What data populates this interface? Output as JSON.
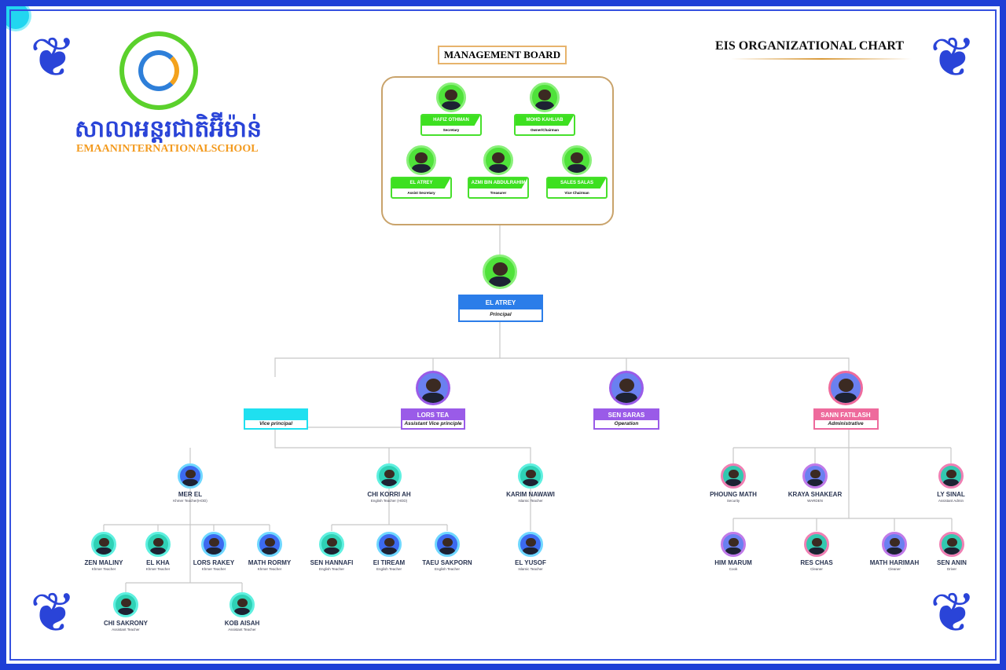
{
  "header": {
    "school_name_khmer": "សាលាអន្តរជាតិអ៊ីម៉ាន់",
    "school_name": "EMAANINTERNATIONALSCHOOL",
    "chart_title": "EIS ORGANIZATIONAL CHART",
    "board_label": "MANAGEMENT BOARD"
  },
  "board": [
    {
      "name": "HAFIZ  OTHMAN",
      "role": "Secretary"
    },
    {
      "name": "MOHD KAHLIAB",
      "role": "Owner/Chairman"
    },
    {
      "name": "EL  ATREY",
      "role": "Assist Secretary"
    },
    {
      "name": "AZMI BIN ABDULRAHIM",
      "role": "Treasurer"
    },
    {
      "name": "SALES  SALAS",
      "role": "Vice Chairman"
    }
  ],
  "principal": {
    "name": "EL  ATREY",
    "role": "Principal"
  },
  "managers": [
    {
      "name": "",
      "role": "Vice principal"
    },
    {
      "name": "LORS  TEA",
      "role": "Assistant Vice principle"
    },
    {
      "name": "SEN SARAS",
      "role": "Operation"
    },
    {
      "name": "SANN FATILASH",
      "role": "Administrative"
    }
  ],
  "staff": [
    {
      "name": "MER   EL",
      "role": "Khmer Teacher(HOD)"
    },
    {
      "name": "ZEN  MALINY",
      "role": "Khmer Teacher"
    },
    {
      "name": "EL  KHA",
      "role": "Khmer Teacher"
    },
    {
      "name": "LORS RAKEY",
      "role": "Khmer Teacher"
    },
    {
      "name": "MATH RORMY",
      "role": "Khmer Teacher"
    },
    {
      "name": "CHI  SAKRONY",
      "role": "Assistant Teacher"
    },
    {
      "name": "KOB  AISAH",
      "role": "Assistant Teacher"
    },
    {
      "name": "CHI KORRI AH",
      "role": "English Teacher (HOD)"
    },
    {
      "name": "SEN HANNAFI",
      "role": "English Teacher"
    },
    {
      "name": "EI  TIREAM",
      "role": "English Teacher"
    },
    {
      "name": "TAEU SAKPORN",
      "role": "English Teacher"
    },
    {
      "name": "KARIM NAWAWI",
      "role": "Islamic Teacher"
    },
    {
      "name": "EL YUSOF",
      "role": "Islamic Teacher"
    },
    {
      "name": "PHOUNG MATH",
      "role": "Security"
    },
    {
      "name": "KRAYA SHAKEAR",
      "role": "WARDEN"
    },
    {
      "name": "LY SINAL",
      "role": "Assistant Admin"
    },
    {
      "name": "HIM  MARUM",
      "role": "Cook"
    },
    {
      "name": "RES  CHAS",
      "role": "Cleaner"
    },
    {
      "name": "MATH HARIMAH",
      "role": "Cleaner"
    },
    {
      "name": "SEN ANIN",
      "role": "Driver"
    }
  ],
  "colors": {
    "frame": "#1f3fd6",
    "board_green": "#3de020",
    "principal_blue": "#2b7de9",
    "vice_cyan": "#1fe0f0",
    "purple": "#9a5be8",
    "pink": "#ee6a9c"
  }
}
